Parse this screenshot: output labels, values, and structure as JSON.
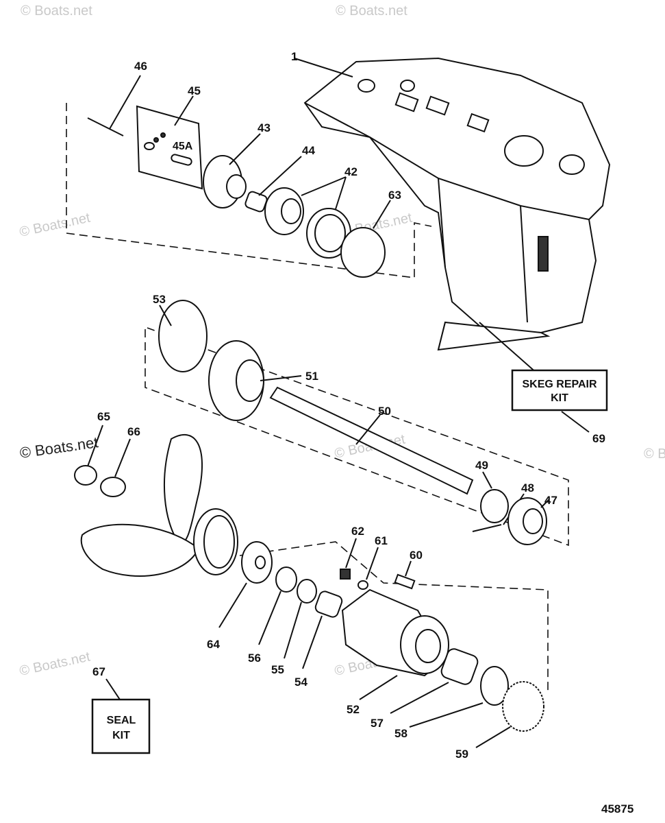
{
  "watermarks": [
    "© Boats.net",
    "© Boats.net",
    "© Boats.net",
    "© Boats.net",
    "© Boats.net",
    "© Boats.net",
    "© Boats.net",
    "© Boats.net"
  ],
  "watermark_strong": "© Boats.net",
  "callouts": {
    "c1": "1",
    "c42": "42",
    "c43": "43",
    "c44": "44",
    "c45": "45",
    "c45a": "45A",
    "c46": "46",
    "c47": "47",
    "c48": "48",
    "c49": "49",
    "c50": "50",
    "c51": "51",
    "c52": "52",
    "c53": "53",
    "c54": "54",
    "c55": "55",
    "c56": "56",
    "c57": "57",
    "c58": "58",
    "c59": "59",
    "c60": "60",
    "c61": "61",
    "c62": "62",
    "c63": "63",
    "c64": "64",
    "c65": "65",
    "c66": "66",
    "c67": "67",
    "c69": "69"
  },
  "skeg_box": {
    "line1": "SKEG REPAIR",
    "line2": "KIT"
  },
  "seal_box": {
    "line1": "SEAL",
    "line2": "KIT"
  },
  "figure_number": "45875"
}
